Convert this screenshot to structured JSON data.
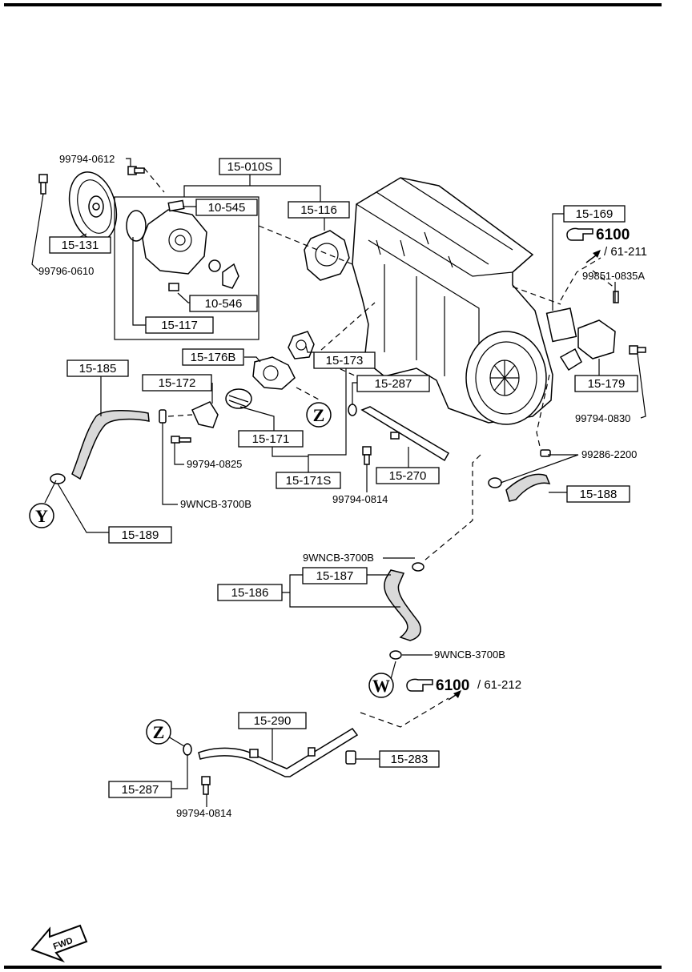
{
  "diagram": {
    "bolt_labels": {
      "b_99794_0612": "99794-0612",
      "b_99796_0610": "99796-0610",
      "b_99851_0835A": "99851-0835A",
      "b_99794_0830": "99794-0830",
      "b_99286_2200": "99286-2200",
      "b_99794_0825": "99794-0825",
      "b_9WNCB_3700B_a": "9WNCB-3700B",
      "b_99794_0814_a": "99794-0814",
      "b_9WNCB_3700B_b": "9WNCB-3700B",
      "b_9WNCB_3700B_c": "9WNCB-3700B",
      "b_99794_0814_b": "99794-0814"
    },
    "part_boxes": {
      "p_15_010S": "15-010S",
      "p_10_545": "10-545",
      "p_15_116": "15-116",
      "p_15_131": "15-131",
      "p_10_546": "10-546",
      "p_15_117": "15-117",
      "p_15_169": "15-169",
      "p_15_176B": "15-176B",
      "p_15_173": "15-173",
      "p_15_185": "15-185",
      "p_15_172": "15-172",
      "p_15_287_a": "15-287",
      "p_15_179": "15-179",
      "p_15_171": "15-171",
      "p_15_171S": "15-171S",
      "p_15_270": "15-270",
      "p_15_188": "15-188",
      "p_15_189": "15-189",
      "p_15_187": "15-187",
      "p_15_186": "15-186",
      "p_15_290": "15-290",
      "p_15_283": "15-283",
      "p_15_287_b": "15-287"
    },
    "references": {
      "ref1_num": "6100",
      "ref1_page": "/ 61-211",
      "ref2_num": "6100",
      "ref2_page": "/ 61-212"
    },
    "markers": {
      "z_top": "Z",
      "y": "Y",
      "w": "W",
      "z_bottom": "Z"
    },
    "fwd_label": "FWD"
  }
}
